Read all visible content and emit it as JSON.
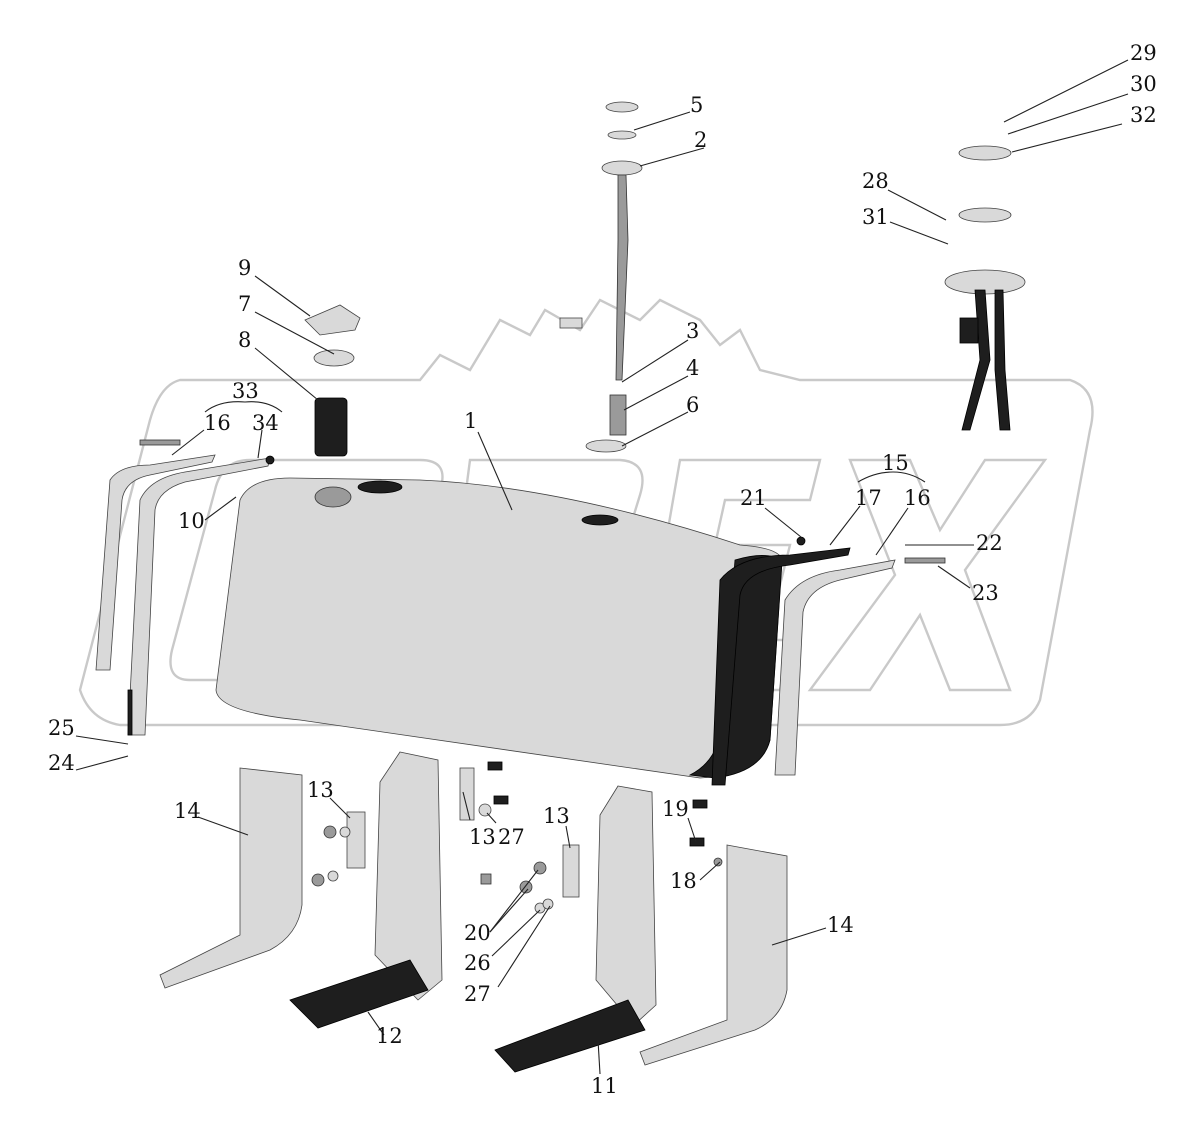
{
  "watermark": {
    "brand_text": "OPEX"
  },
  "callouts": [
    {
      "id": "c1",
      "label": "1"
    },
    {
      "id": "c2",
      "label": "2"
    },
    {
      "id": "c3",
      "label": "3"
    },
    {
      "id": "c4",
      "label": "4"
    },
    {
      "id": "c5",
      "label": "5"
    },
    {
      "id": "c6",
      "label": "6"
    },
    {
      "id": "c7",
      "label": "7"
    },
    {
      "id": "c8",
      "label": "8"
    },
    {
      "id": "c9",
      "label": "9"
    },
    {
      "id": "c10",
      "label": "10"
    },
    {
      "id": "c11",
      "label": "11"
    },
    {
      "id": "c12",
      "label": "12"
    },
    {
      "id": "c13a",
      "label": "13"
    },
    {
      "id": "c13b",
      "label": "13"
    },
    {
      "id": "c13c",
      "label": "13"
    },
    {
      "id": "c14a",
      "label": "14"
    },
    {
      "id": "c14b",
      "label": "14"
    },
    {
      "id": "c15",
      "label": "15"
    },
    {
      "id": "c16a",
      "label": "16"
    },
    {
      "id": "c16b",
      "label": "16"
    },
    {
      "id": "c17",
      "label": "17"
    },
    {
      "id": "c18",
      "label": "18"
    },
    {
      "id": "c19",
      "label": "19"
    },
    {
      "id": "c20",
      "label": "20"
    },
    {
      "id": "c21",
      "label": "21"
    },
    {
      "id": "c22",
      "label": "22"
    },
    {
      "id": "c23",
      "label": "23"
    },
    {
      "id": "c24",
      "label": "24"
    },
    {
      "id": "c25",
      "label": "25"
    },
    {
      "id": "c26",
      "label": "26"
    },
    {
      "id": "c27a",
      "label": "27"
    },
    {
      "id": "c27b",
      "label": "27"
    },
    {
      "id": "c28",
      "label": "28"
    },
    {
      "id": "c29",
      "label": "29"
    },
    {
      "id": "c30",
      "label": "30"
    },
    {
      "id": "c31",
      "label": "31"
    },
    {
      "id": "c32",
      "label": "32"
    },
    {
      "id": "c33",
      "label": "33"
    },
    {
      "id": "c34",
      "label": "34"
    }
  ]
}
